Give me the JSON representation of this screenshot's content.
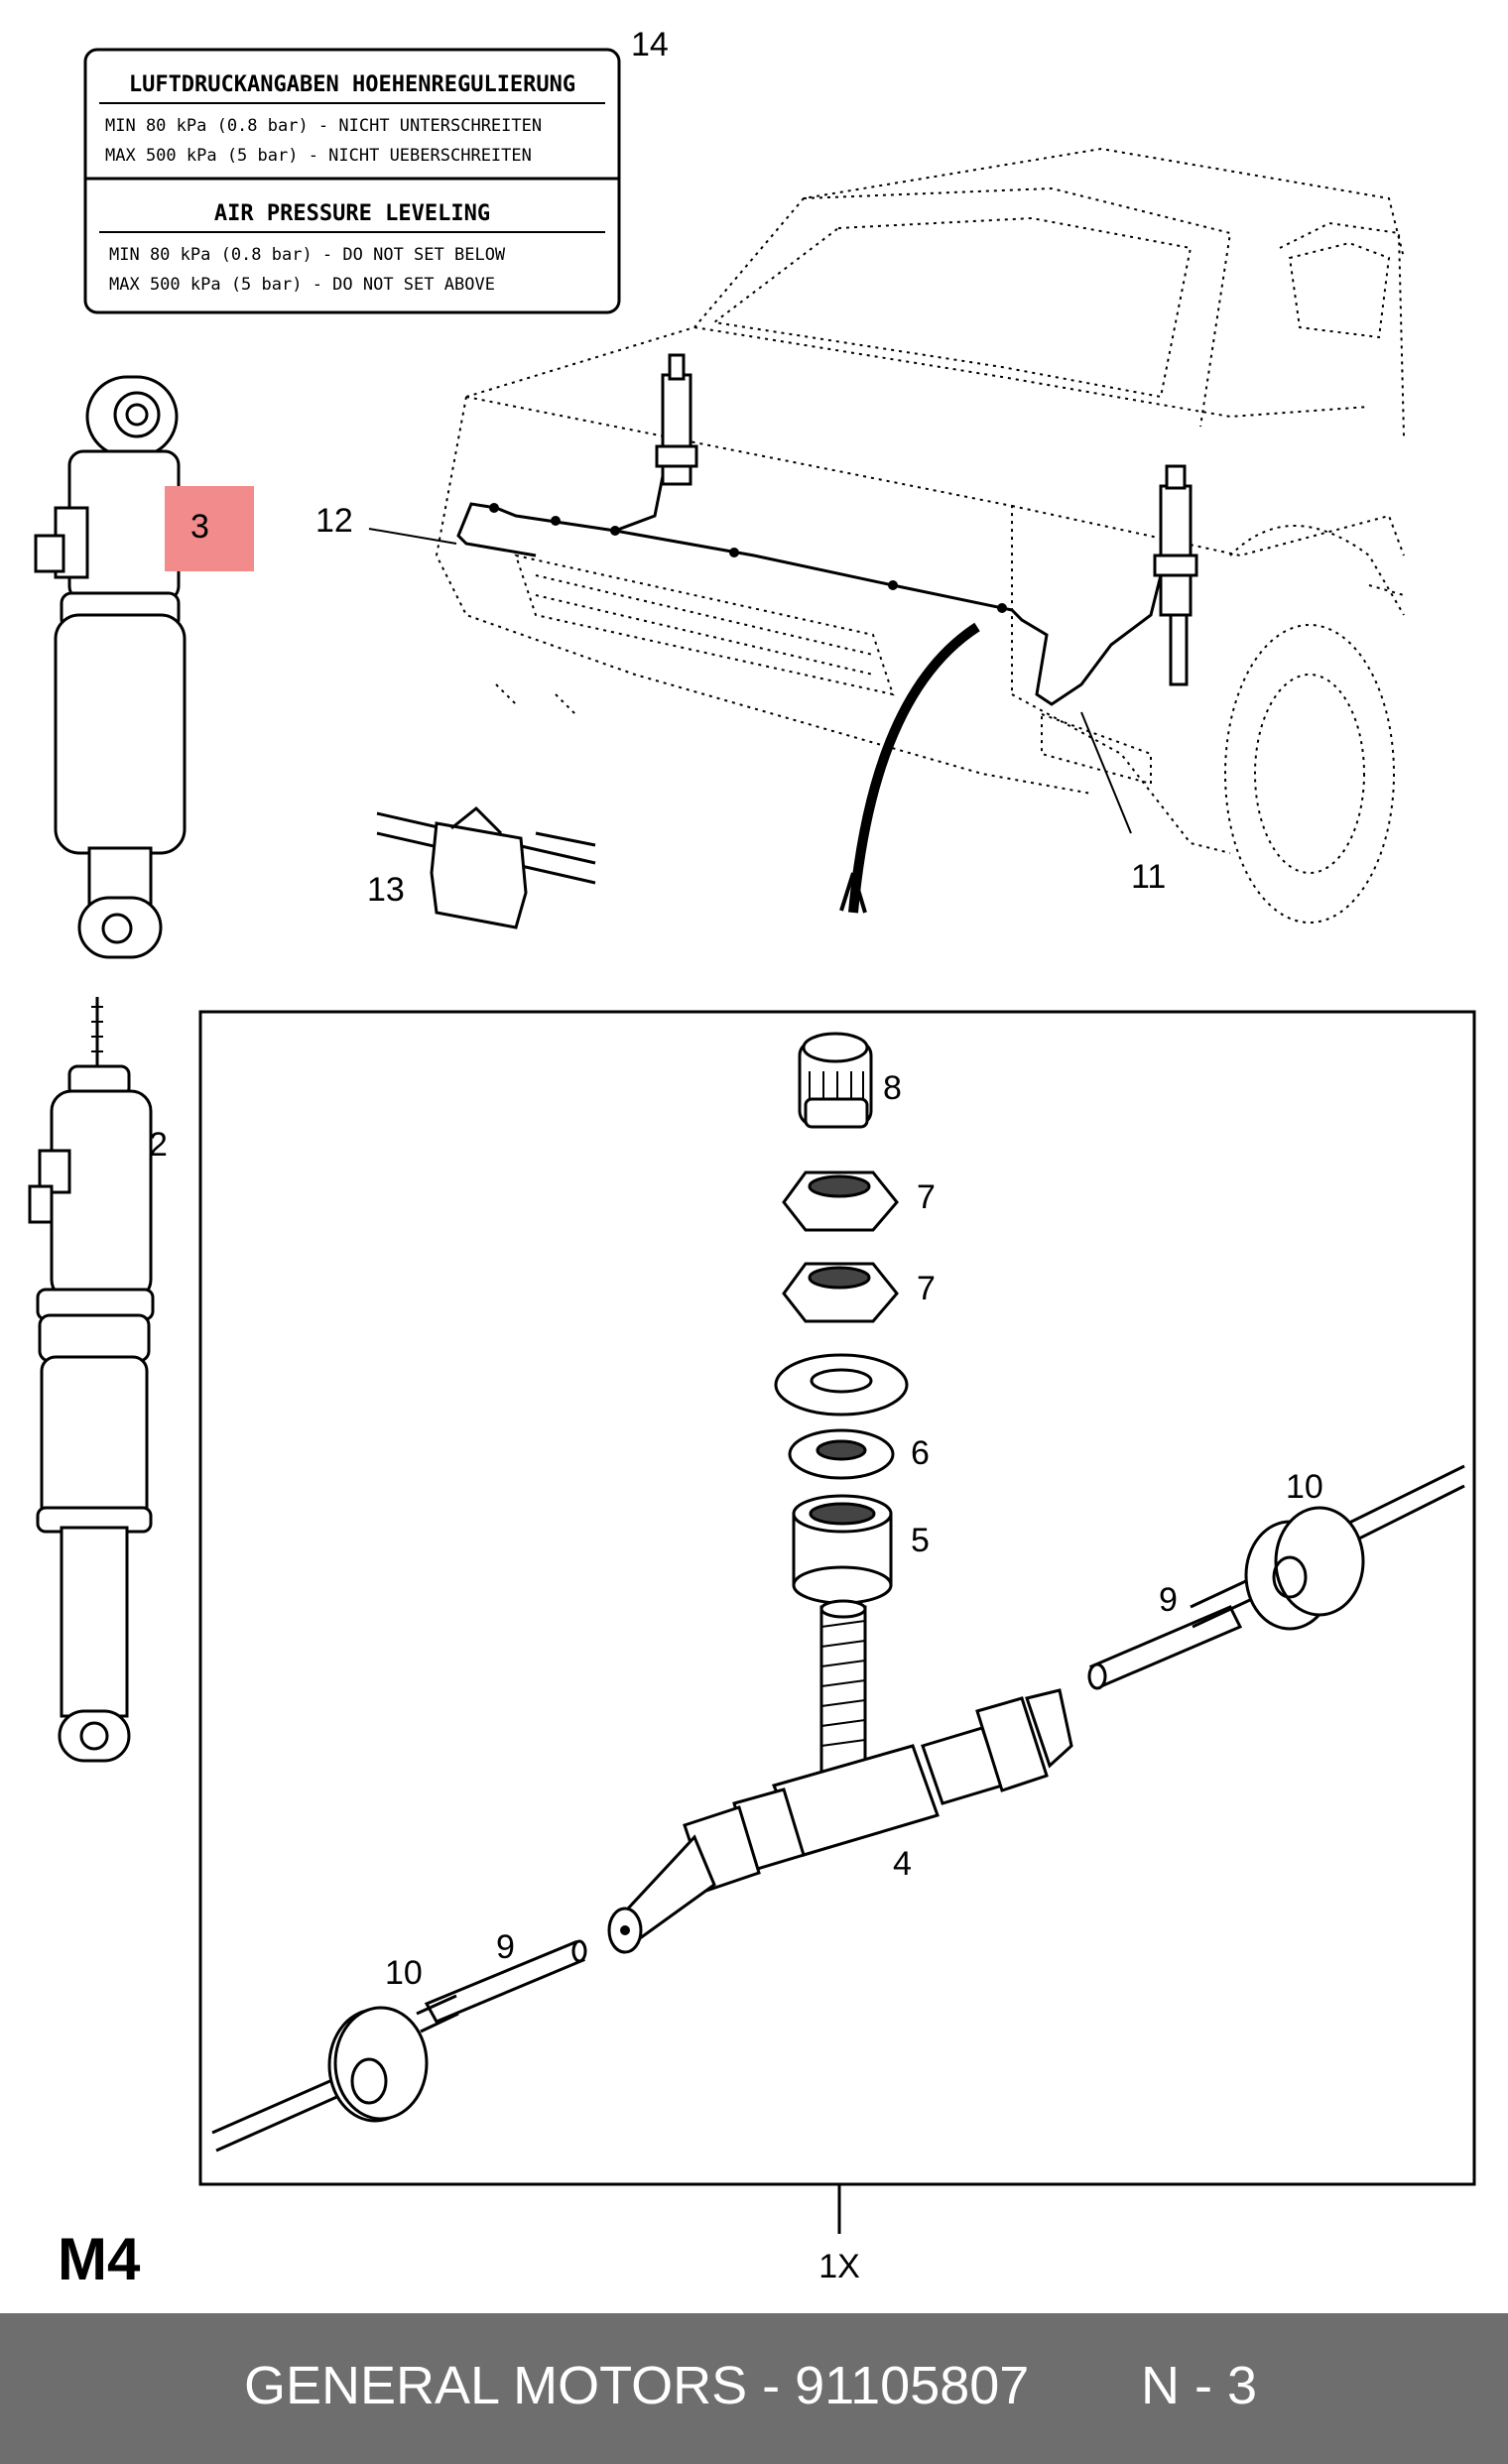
{
  "sticker": {
    "title_de": "LUFTDRUCKANGABEN HOEHENREGULIERUNG",
    "min_de": "MIN  80 kPa (0.8 bar) - NICHT UNTERSCHREITEN",
    "max_de": "MAX 500 kPa (5 bar)   - NICHT UEBERSCHREITEN",
    "title_en": "AIR PRESSURE LEVELING",
    "min_en": "MIN  80 kPa (0.8 bar) - DO NOT SET BELOW",
    "max_en": "MAX 500 kPa (5 bar)   - DO NOT SET ABOVE"
  },
  "callouts": {
    "c14": "14",
    "c12": "12",
    "c13": "13",
    "c11": "11",
    "c3": "3",
    "c2": "2",
    "c8": "8",
    "c7a": "7",
    "c7b": "7",
    "c6": "6",
    "c5": "5",
    "c4": "4",
    "c9a": "9",
    "c9b": "9",
    "c10a": "10",
    "c10b": "10"
  },
  "kit_label": "1X",
  "section_code": "M4",
  "highlight_color": "#f28b8b",
  "footer": {
    "brand_part": "GENERAL MOTORS - 91105807",
    "page": "N - 3"
  }
}
